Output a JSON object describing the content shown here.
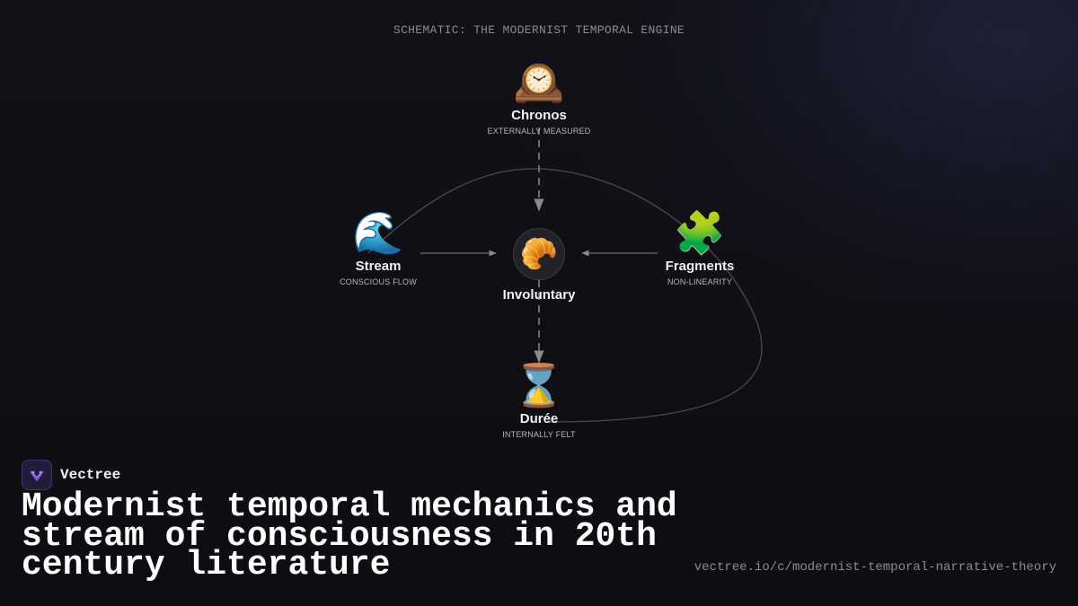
{
  "schematic": {
    "title": "SCHEMATIC: THE MODERNIST TEMPORAL ENGINE"
  },
  "diagram": {
    "nodes": {
      "chronos": {
        "emoji": "🕰️",
        "icon": "mantelpiece-clock-icon",
        "label": "Chronos",
        "sublabel": "EXTERNALLY MEASURED"
      },
      "stream": {
        "emoji": "🌊",
        "icon": "water-wave-icon",
        "label": "Stream",
        "sublabel": "CONSCIOUS FLOW"
      },
      "involuntary": {
        "emoji": "🥐",
        "icon": "croissant-icon",
        "label": "Involuntary"
      },
      "fragments": {
        "emoji": "🧩",
        "icon": "puzzle-piece-icon",
        "label": "Fragments",
        "sublabel": "NON-LINEARITY"
      },
      "duree": {
        "emoji": "⌛",
        "icon": "hourglass-icon",
        "label": "Durée",
        "sublabel": "INTERNALLY FELT"
      }
    },
    "edges": [
      {
        "from": "chronos",
        "to": "involuntary",
        "style": "dashed"
      },
      {
        "from": "involuntary",
        "to": "duree",
        "style": "dashed"
      },
      {
        "from": "stream",
        "to": "involuntary",
        "style": "solid"
      },
      {
        "from": "fragments",
        "to": "involuntary",
        "style": "solid"
      },
      {
        "from": "stream",
        "to": "duree",
        "style": "curved",
        "via": "fragments"
      }
    ]
  },
  "brand": {
    "name": "Vectree",
    "logo_icon": "vectree-logo-icon",
    "accent": "#8b5cf6"
  },
  "headline": "Modernist temporal mechanics and stream of consciousness in 20th century literature",
  "url": "vectree.io/c/modernist-temporal-narrative-theory",
  "colors": {
    "background": "#0f0f13",
    "connector": "#5a5a62",
    "muted_text": "#8a8a8f"
  }
}
